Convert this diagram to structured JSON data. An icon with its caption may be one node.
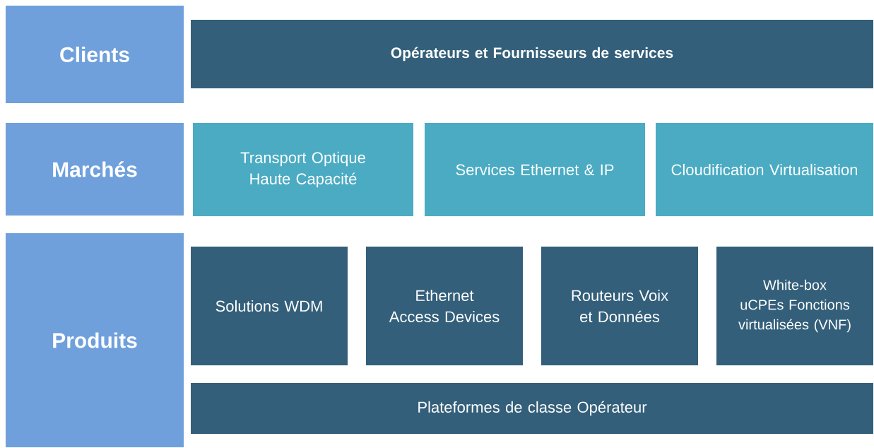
{
  "diagram": {
    "nodes": [
      {
        "text": [
          "Clients"
        ]
      },
      {
        "text": [
          "Opérateurs et Fournisseurs de services"
        ]
      },
      {
        "text": [
          "Marchés"
        ]
      },
      {
        "text": [
          "Transport Optique Haute Capacité"
        ]
      },
      {
        "text": [
          "Services Ethernet & IP"
        ]
      },
      {
        "text": [
          "Cloudification Virtualisation"
        ]
      },
      {
        "text": [
          "Produits"
        ]
      },
      {
        "text": [
          "Solutions WDM"
        ]
      },
      {
        "text": [
          "Ethernet Access Devices"
        ]
      },
      {
        "text": [
          "Routeurs Voix et Données"
        ]
      },
      {
        "text": [
          "White-box uCPEs Fonctions virtualisées (VNF)"
        ]
      },
      {
        "text": [
          "Plateformes de classe Opérateur"
        ]
      }
    ]
  }
}
